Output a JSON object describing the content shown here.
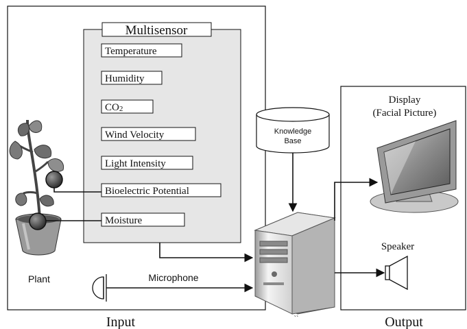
{
  "multisensor": {
    "title": "Multisensor",
    "sensors": [
      "Temperature",
      "Humidity",
      "CO",
      "Wind Velocity",
      "Light Intensity",
      "Bioelectric Potential",
      "Moisture"
    ],
    "co2_subscript": "2"
  },
  "knowledge_base": {
    "line1": "Knowledge",
    "line2": "Base"
  },
  "output": {
    "display_line1": "Display",
    "display_line2": "(Facial Picture)",
    "speaker": "Speaker"
  },
  "input": {
    "plant": "Plant",
    "microphone": "Microphone"
  },
  "section_labels": {
    "input": "Input",
    "output": "Output"
  },
  "colors": {
    "panel_fill": "#e6e6e6",
    "stroke": "#111111"
  }
}
